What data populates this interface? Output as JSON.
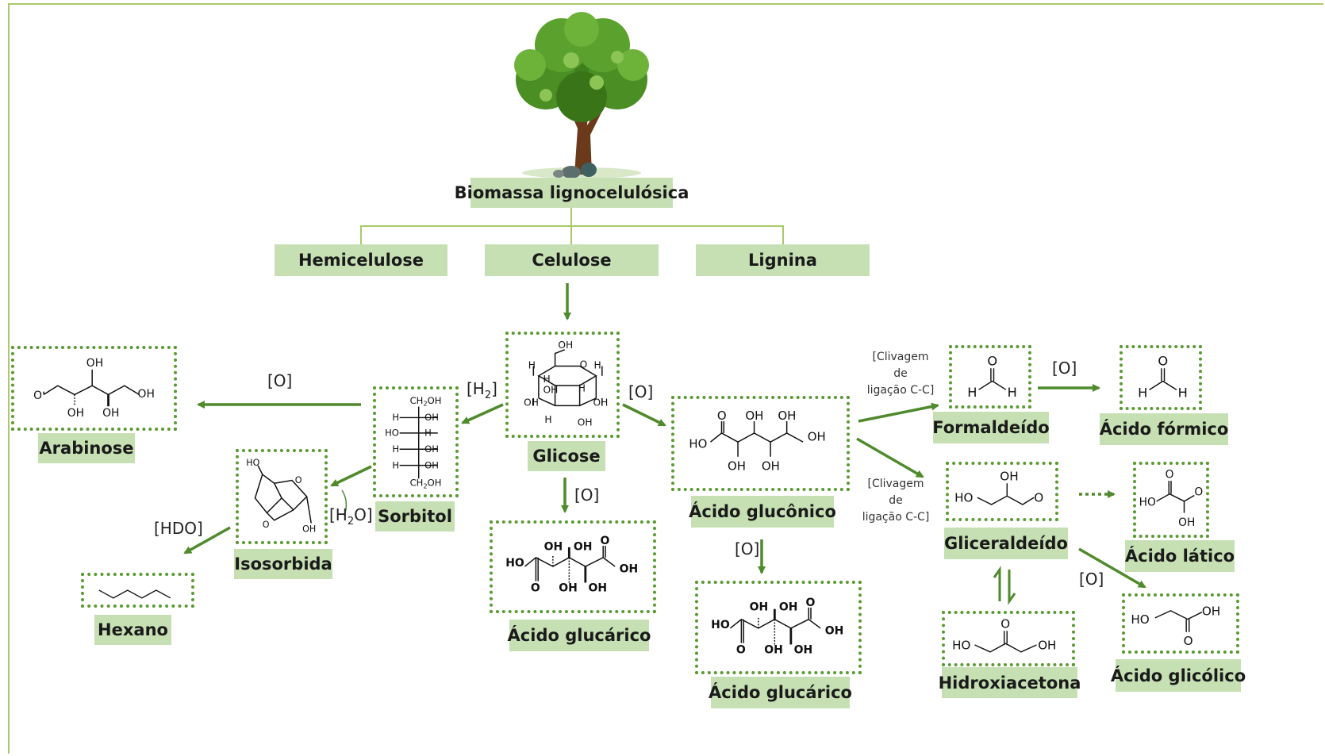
{
  "nodes": {
    "biomassa": "Biomassa lignocelulósica",
    "hemicelulose": "Hemicelulose",
    "celulose": "Celulose",
    "lignina": "Lignina",
    "glicose": "Glicose",
    "sorbitol": "Sorbitol",
    "arabinose": "Arabinose",
    "isosorbida": "Isosorbida",
    "hexano": "Hexano",
    "acido_glucarico_1": "Ácido glucárico",
    "acido_gluconico": "Ácido glucônico",
    "acido_glucarico_2": "Ácido glucárico",
    "formaldeido": "Formaldeído",
    "acido_formico": "Ácido fórmico",
    "gliceraldeido": "Gliceraldeído",
    "acido_latico": "Ácido lático",
    "hidroxiacetona": "Hidroxiacetona",
    "acido_glicolico": "Ácido glicólico"
  },
  "reagents": {
    "o": "[O]",
    "h2_main": "[H",
    "h2_sub": "2",
    "h2_close": "]",
    "h2o_main": "[H",
    "h2o_sub": "2",
    "h2o_close": "O]",
    "hdo": "[HDO]",
    "clivagem": "[Clivagem\nde\nligação C-C]"
  },
  "colors": {
    "label_fill": "#c6e0b4",
    "arrow": "#4f8a2c",
    "dotted_border": "#5a9a32",
    "frame_border": "#a9c96a"
  }
}
